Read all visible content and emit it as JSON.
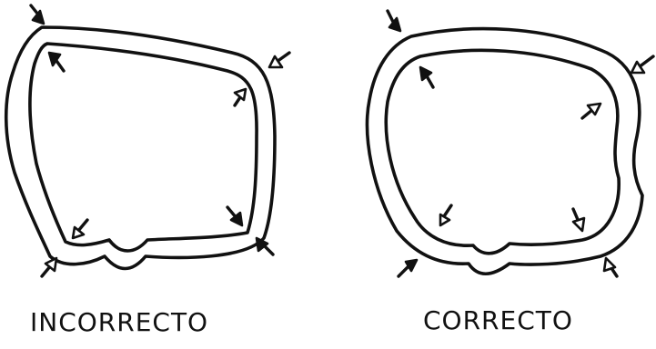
{
  "panels": [
    {
      "id": "left",
      "caption": "INCORRECTO",
      "shape": "angular-polygon-section",
      "arrows": 8
    },
    {
      "id": "right",
      "caption": "CORRECTO",
      "shape": "rounded-section",
      "arrows": 8
    }
  ],
  "colors": {
    "ink": "#111111",
    "paper": "#ffffff"
  }
}
